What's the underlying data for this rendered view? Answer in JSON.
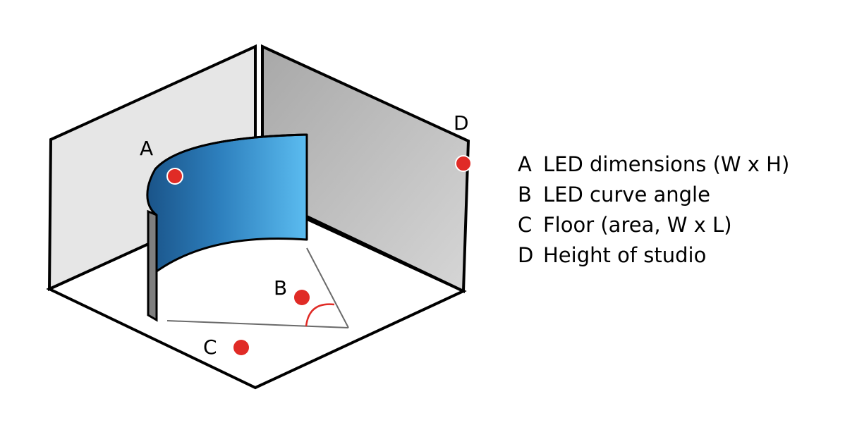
{
  "markers": {
    "A": {
      "letter": "A",
      "color": "#e02b26"
    },
    "B": {
      "letter": "B",
      "color": "#e02b26"
    },
    "C": {
      "letter": "C",
      "color": "#e02b26"
    },
    "D": {
      "letter": "D",
      "color": "#e02b26"
    }
  },
  "legend": [
    {
      "letter": "A",
      "text": "LED dimensions (W x H)"
    },
    {
      "letter": "B",
      "text": "LED curve angle"
    },
    {
      "letter": "C",
      "text": "Floor (area, W x L)"
    },
    {
      "letter": "D",
      "text": "Height of studio"
    }
  ],
  "colors": {
    "led_dark": "#1d5f94",
    "led_light": "#56b6ec",
    "wall_left": "#e6e6e6",
    "wall_right": "#b9b9b9",
    "floor": "#ffffff",
    "angle_arc": "#e02b26",
    "marker_dot": "#e02b26"
  }
}
